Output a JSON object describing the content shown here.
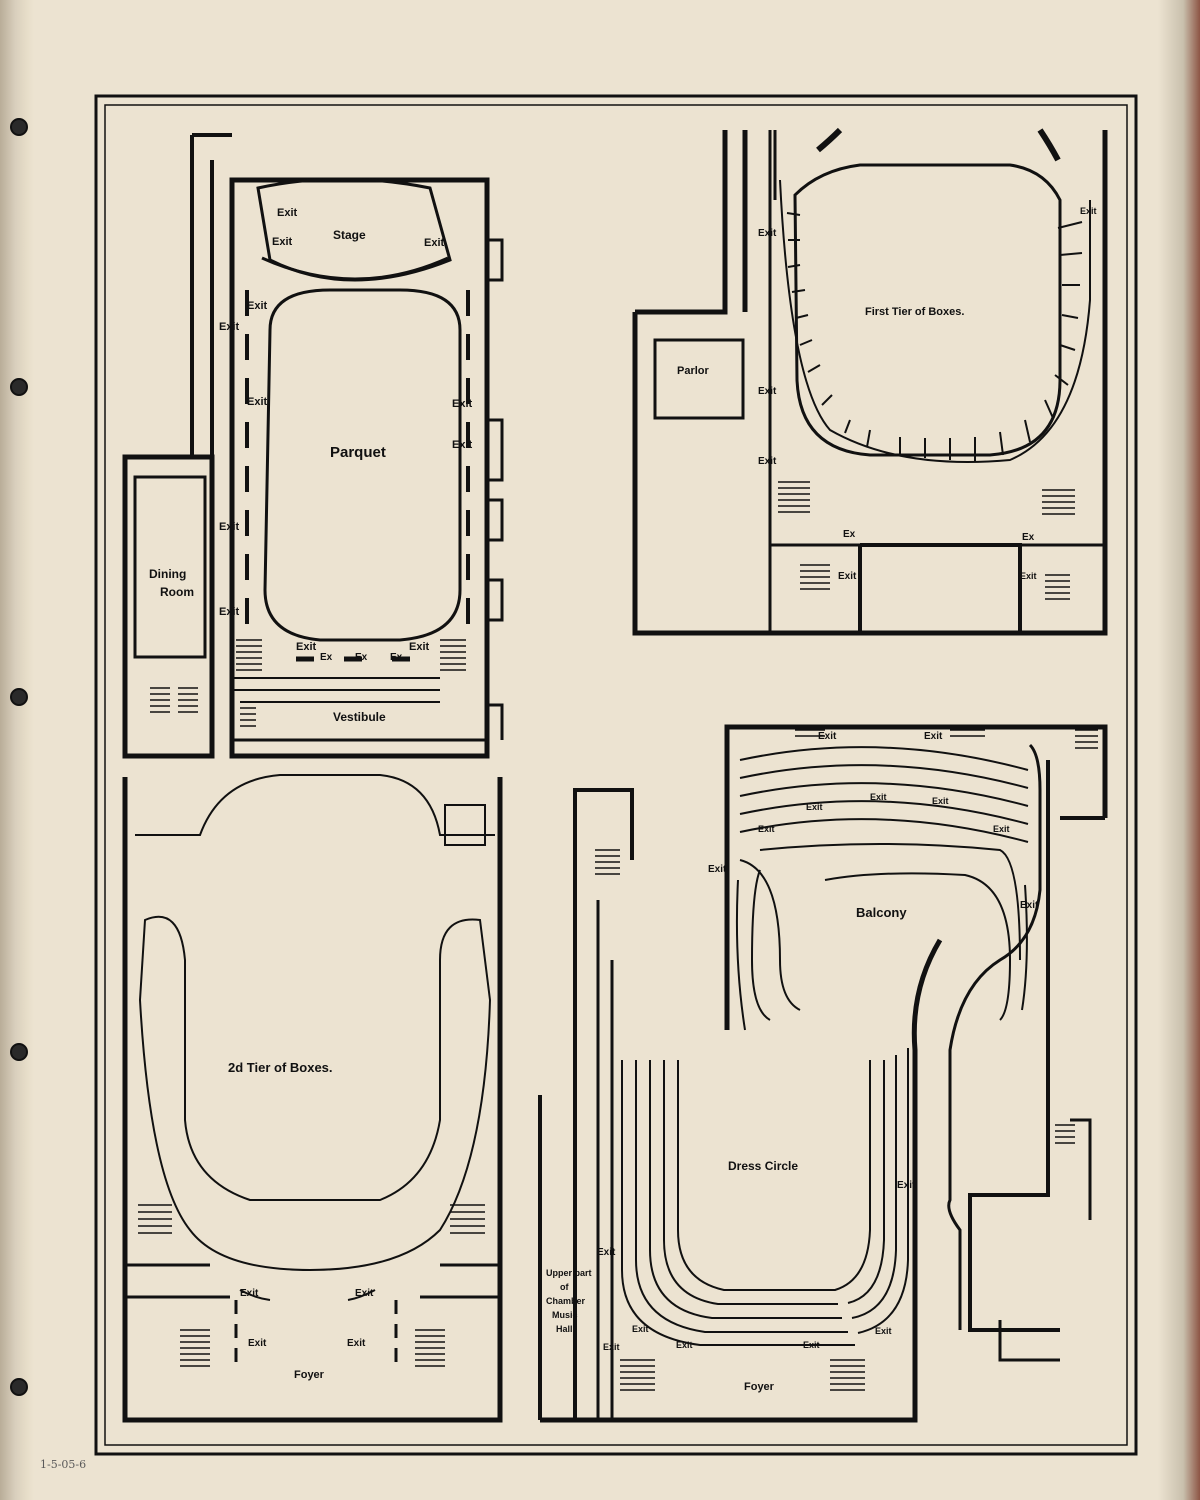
{
  "handwritten_note": "1-5-05-6",
  "plans": {
    "parquet": {
      "title": "Parquet",
      "stage": "Stage",
      "vestibule": "Vestibule",
      "dining_room_line1": "Dining",
      "dining_room_line2": "Room",
      "exit": "Exit",
      "ex": "Ex"
    },
    "first_tier": {
      "title": "First Tier of Boxes.",
      "parlor": "Parlor",
      "exit": "Exit",
      "ex": "Ex"
    },
    "second_tier": {
      "title": "2d Tier of Boxes.",
      "foyer": "Foyer",
      "exit": "Exit"
    },
    "balcony_dress": {
      "balcony": "Balcony",
      "dress_circle": "Dress Circle",
      "foyer": "Foyer",
      "exit": "Exit",
      "chamber_line1": "Upper part",
      "chamber_line2": "of",
      "chamber_line3": "Chamber",
      "chamber_line4": "Music",
      "chamber_line5": "Hall"
    }
  },
  "colors": {
    "ink": "#111111",
    "paper": "#ece3d1",
    "cover": "#5a1a10"
  }
}
